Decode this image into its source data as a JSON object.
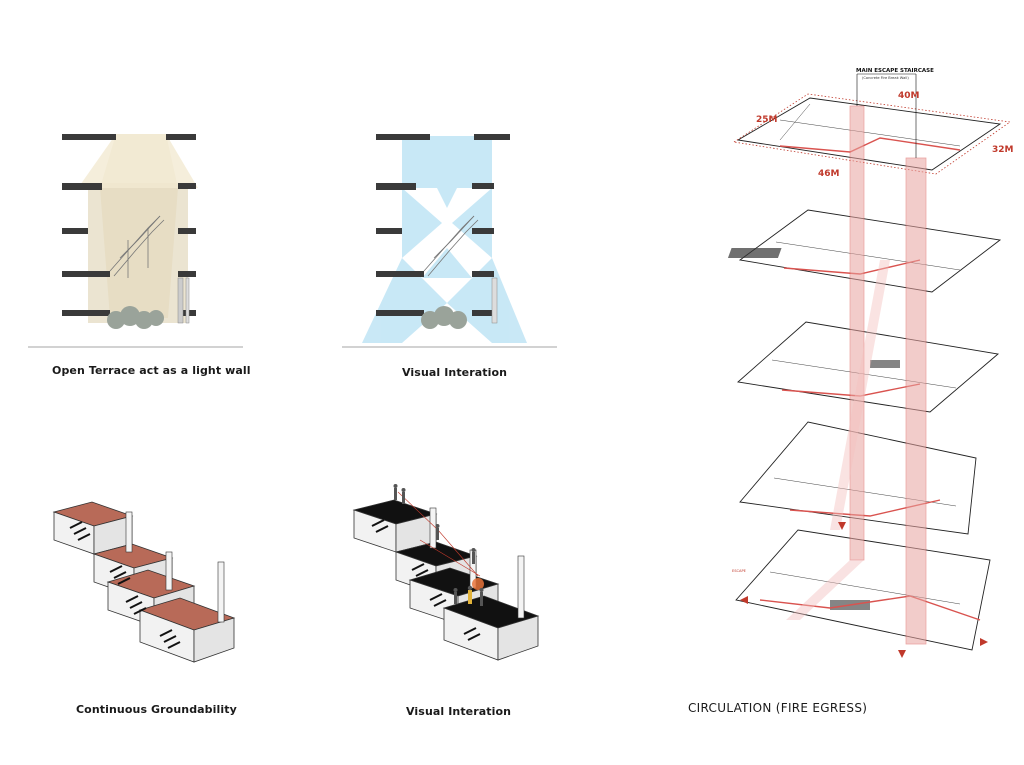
{
  "captions": {
    "terrace": "Open Terrace act as a light wall",
    "visual_top": "Visual Interation",
    "groundability": "Continuous Groundability",
    "visual_bottom": "Visual Interation",
    "circulation": "CIRCULATION (FIRE EGRESS)"
  },
  "egress": {
    "staircase_title": "MAIN ESCAPE STAIRCASE",
    "staircase_sub": "(Concrete Fire Break Wall)",
    "dim_40": "40M",
    "dim_25": "25M",
    "dim_32": "32M",
    "dim_46": "46M",
    "escape_label": "ESCAPE"
  },
  "colors": {
    "light_wall": "#e6dcc3",
    "visual_blue": "#bfe4f5",
    "terrace_red": "#b86a58",
    "egress_red": "#d9534f",
    "slab": "#3a3a3a"
  }
}
